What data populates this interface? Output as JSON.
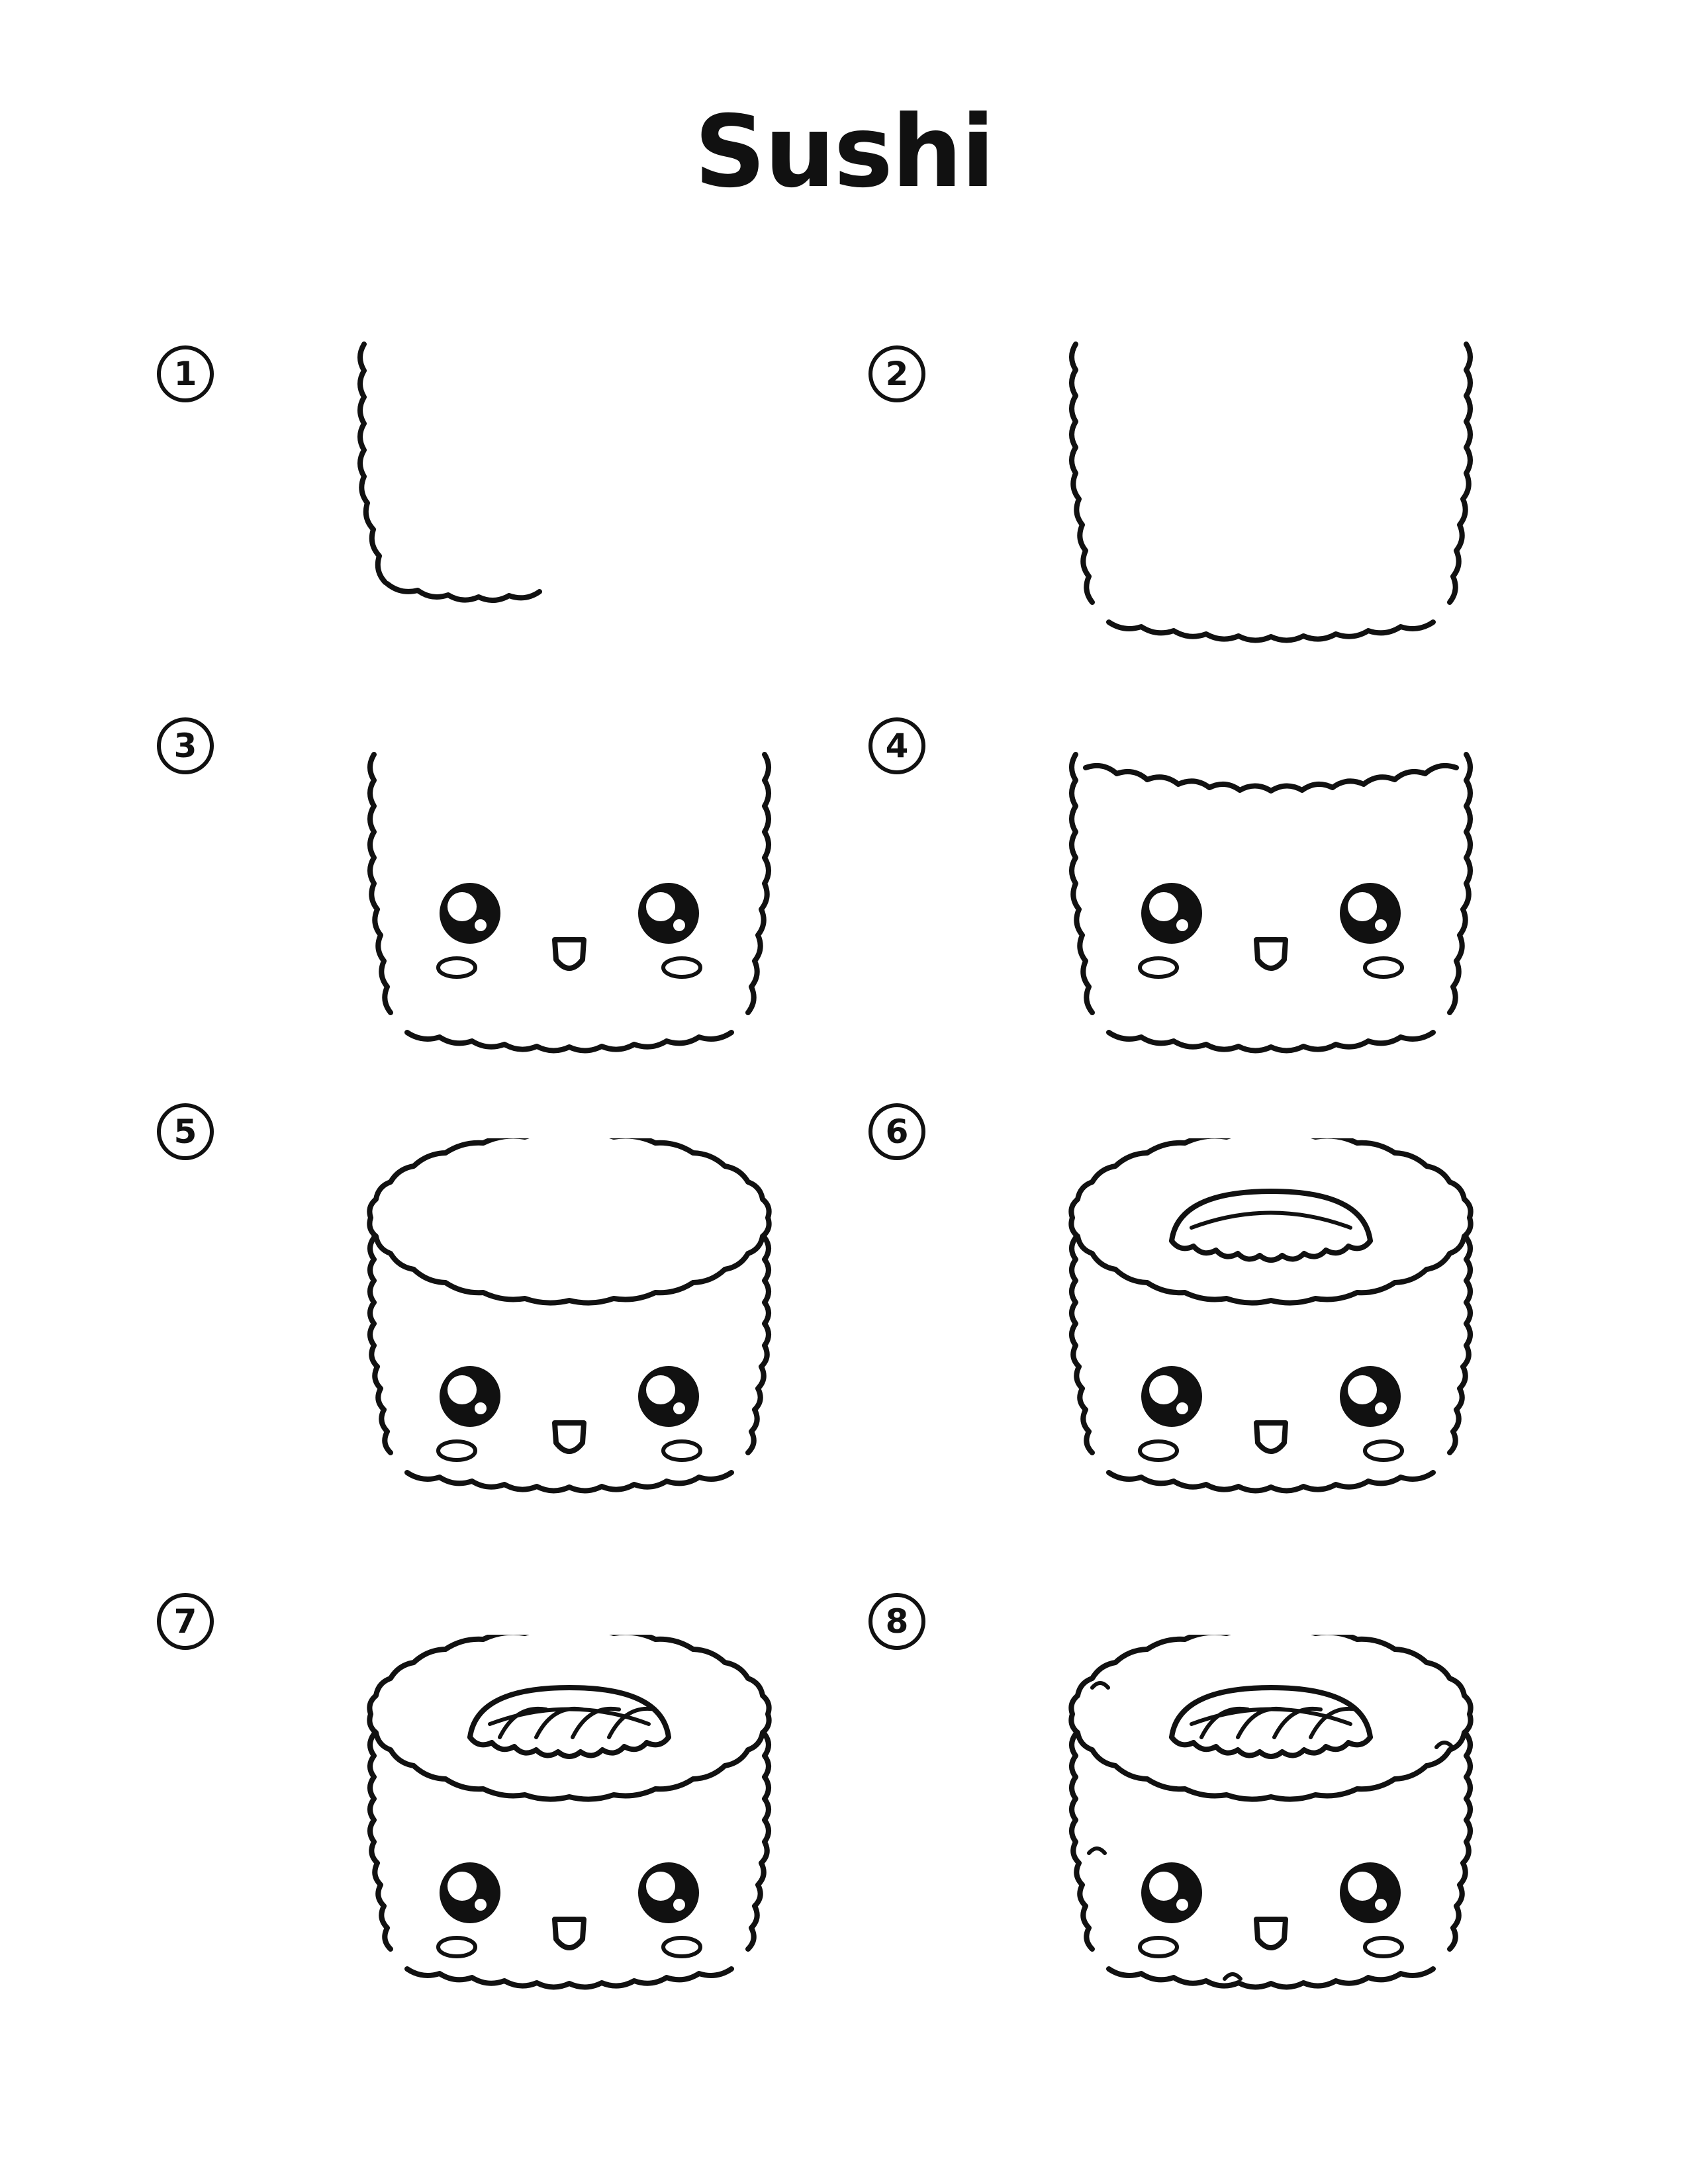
{
  "title": "Sushi",
  "steps": [
    {
      "number": "1"
    },
    {
      "number": "2"
    },
    {
      "number": "3"
    },
    {
      "number": "4"
    },
    {
      "number": "5"
    },
    {
      "number": "6"
    },
    {
      "number": "7"
    },
    {
      "number": "8"
    }
  ],
  "colors": {
    "ink": "#111111",
    "paper": "#ffffff"
  }
}
